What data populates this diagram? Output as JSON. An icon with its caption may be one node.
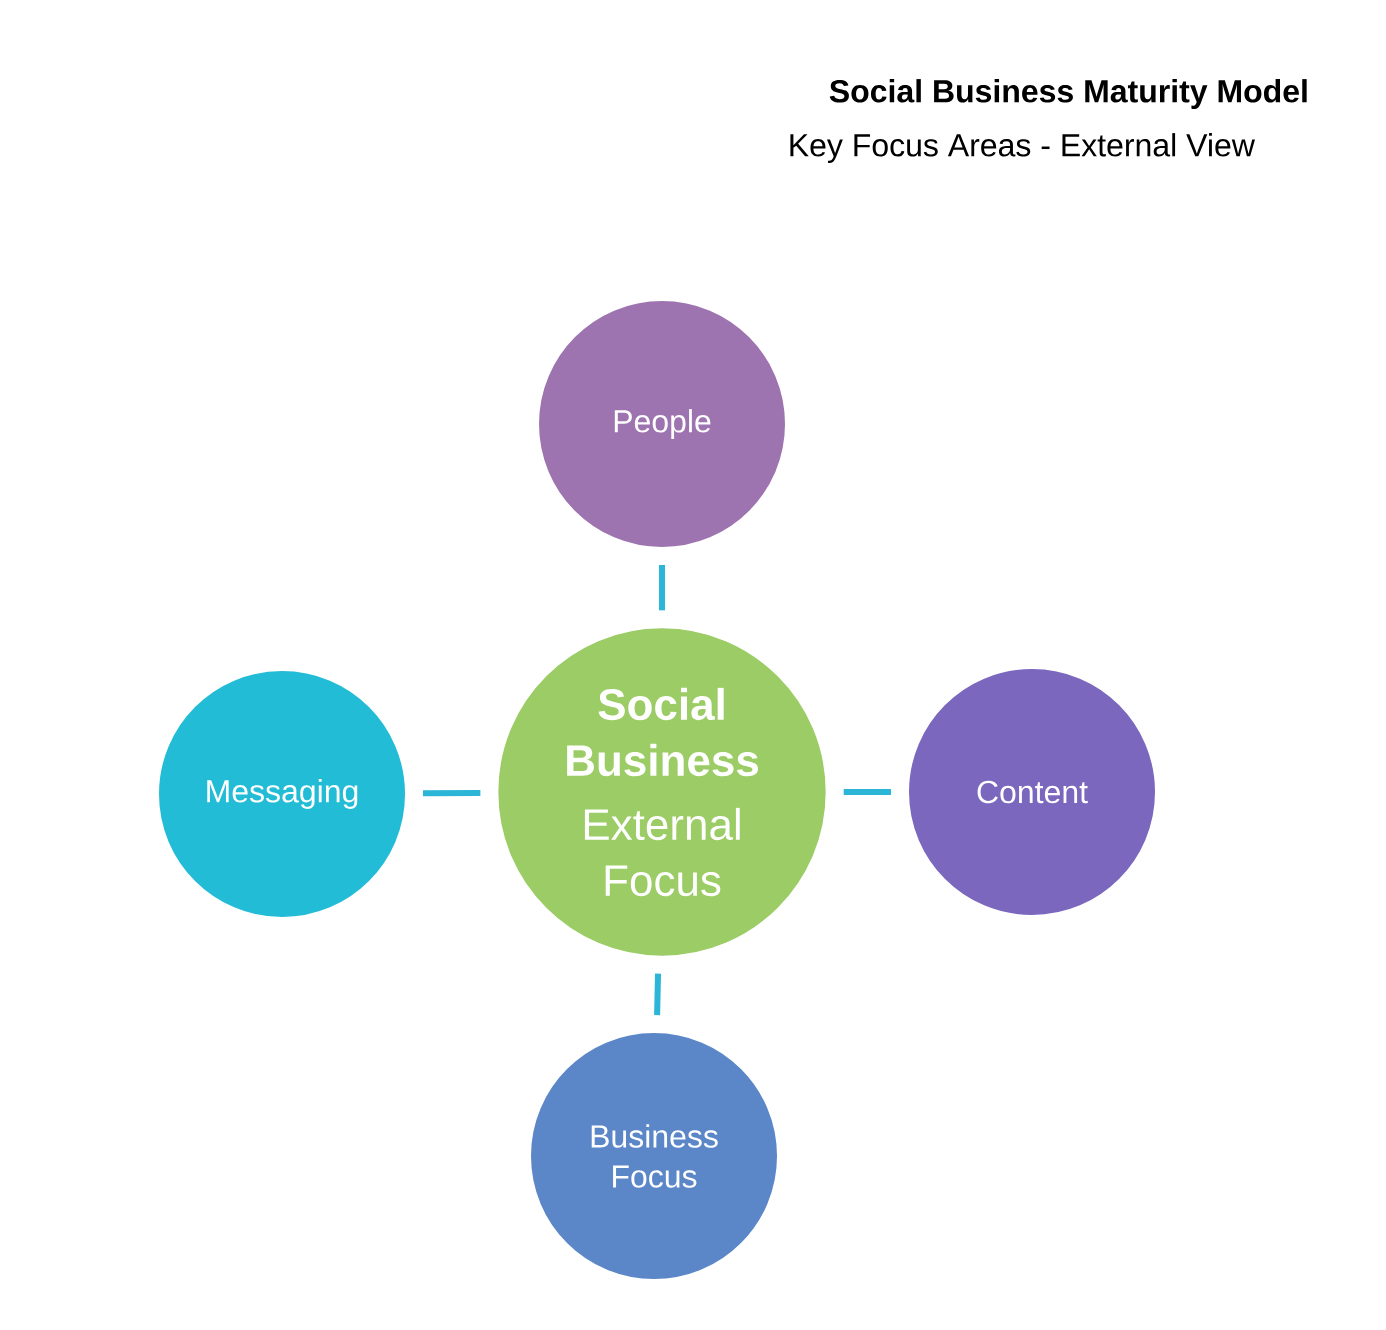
{
  "diagram": {
    "title": "Social Business Maturity Model",
    "nodes": [
      {
        "text": [
          "People"
        ]
      },
      {
        "text": [
          "Messaging"
        ]
      },
      {
        "text": [
          "Social Business",
          "External Focus"
        ]
      },
      {
        "text": [
          "Content"
        ]
      },
      {
        "text": [
          "Business Focus"
        ]
      }
    ],
    "edges": [
      {
        "from": 2,
        "to": 0,
        "arrow": "none"
      },
      {
        "from": 2,
        "to": 1,
        "arrow": "none"
      },
      {
        "from": 2,
        "to": 3,
        "arrow": "none"
      },
      {
        "from": 2,
        "to": 4,
        "arrow": "none"
      }
    ],
    "labels": [
      "Key Focus Areas - External View"
    ]
  }
}
